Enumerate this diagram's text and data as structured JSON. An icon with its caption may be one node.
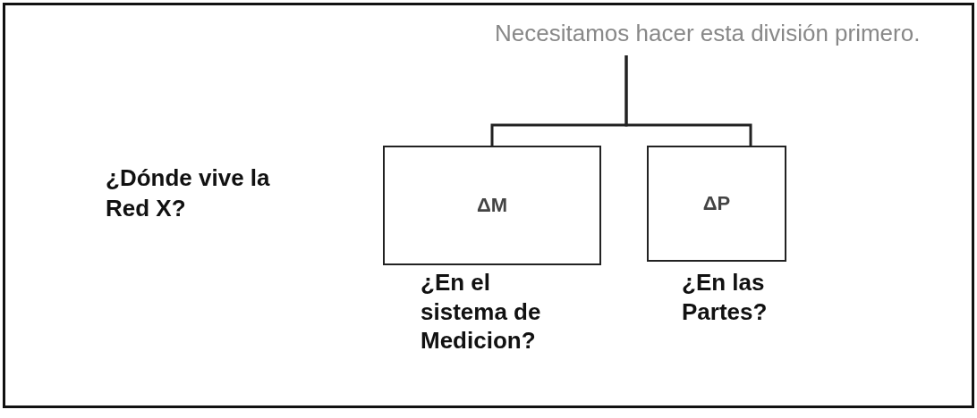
{
  "diagram": {
    "nodes": [
      {
        "text": [
          "Necesitamos hacer esta división primero."
        ]
      },
      {
        "text": [
          "ΔM"
        ],
        "beside": [
          "¿En el sistema de Medicion?"
        ]
      },
      {
        "text": [
          "ΔP"
        ],
        "beside": [
          "¿En las Partes?"
        ]
      }
    ],
    "edges": [
      {
        "from": 0,
        "to": 1,
        "arrow": "none"
      },
      {
        "from": 0,
        "to": 2,
        "arrow": "none"
      }
    ],
    "labels": [
      "¿Dónde vive la Red X?"
    ]
  }
}
